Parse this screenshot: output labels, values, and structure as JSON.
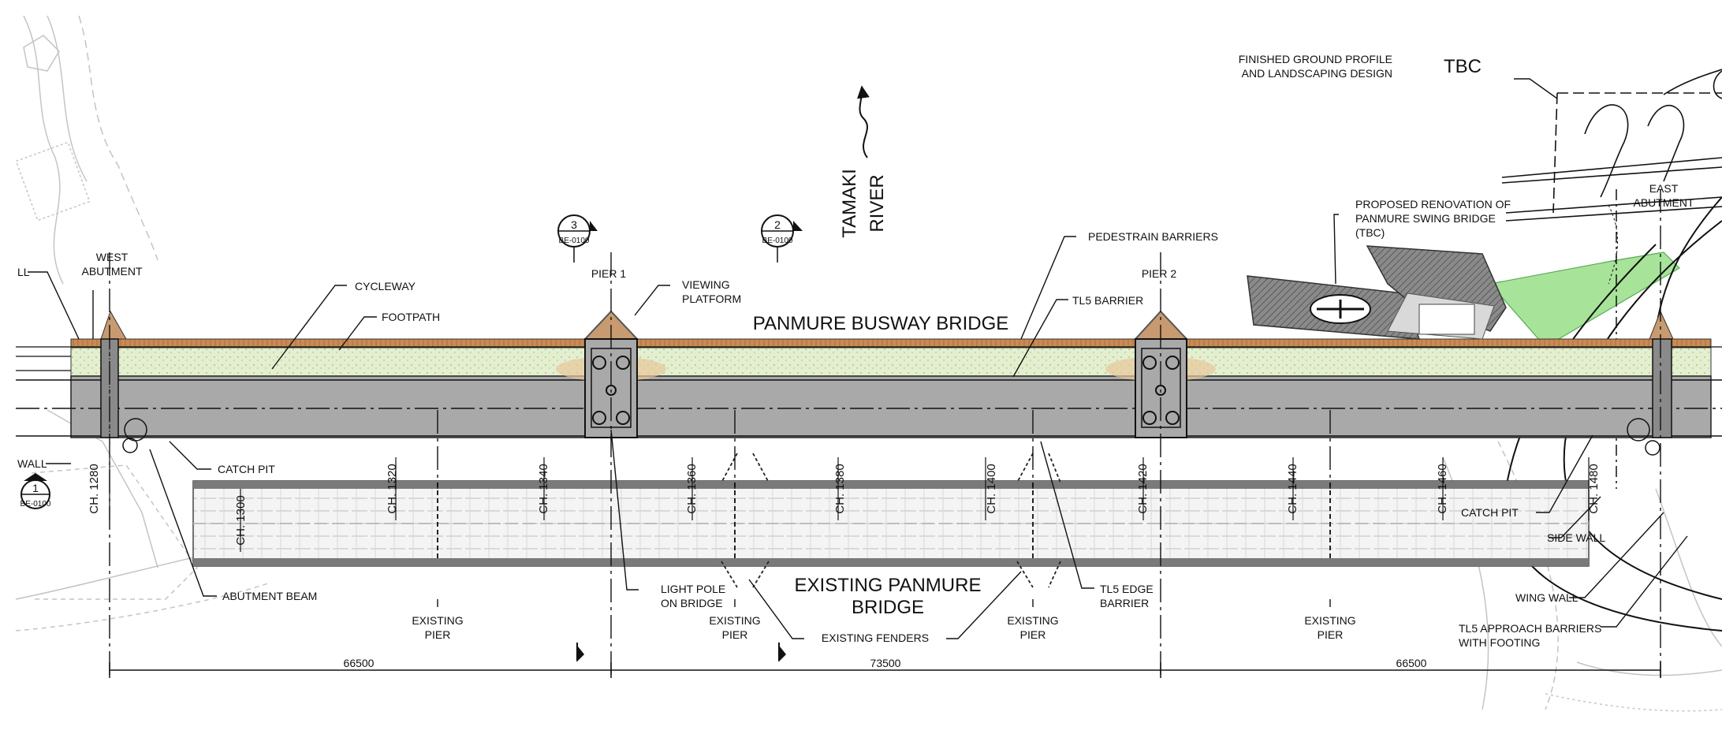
{
  "title": "PANMURE BUSWAY BRIDGE",
  "existing_bridge": {
    "line1": "EXISTING PANMURE",
    "line2": "BRIDGE"
  },
  "river": {
    "line1": "TAMAKI",
    "line2": "RIVER"
  },
  "finished_ground": {
    "line1": "FINISHED GROUND PROFILE",
    "line2": "AND LANDSCAPING DESIGN",
    "tbc": "TBC"
  },
  "proposed_renovation": {
    "line1": "PROPOSED RENOVATION OF",
    "line2": "PANMURE SWING BRIDGE",
    "line3": "(TBC)"
  },
  "supports": {
    "west_abutment": {
      "line1": "WEST",
      "line2": "ABUTMENT"
    },
    "pier1": "PIER 1",
    "pier2": "PIER 2",
    "east_abutment": {
      "line1": "EAST",
      "line2": "ABUTMENT"
    }
  },
  "callouts": {
    "cycleway": "CYCLEWAY",
    "footpath": "FOOTPATH",
    "viewing_platform": {
      "line1": "VIEWING",
      "line2": "PLATFORM"
    },
    "pedestrian_barriers": "PEDESTRAIN BARRIERS",
    "tl5_barrier": "TL5 BARRIER",
    "catch_pit_west": "CATCH PIT",
    "catch_pit_east": "CATCH PIT",
    "abutment_beam": "ABUTMENT BEAM",
    "light_pole": {
      "line1": "LIGHT POLE",
      "line2": "ON BRIDGE"
    },
    "existing_fenders": "EXISTING FENDERS",
    "tl5_edge_barrier": {
      "line1": "TL5 EDGE",
      "line2": "BARRIER"
    },
    "side_wall": "SIDE WALL",
    "wing_wall": "WING WALL",
    "tl5_approach": {
      "line1": "TL5 APPROACH BARRIERS",
      "line2": "WITH FOOTING"
    },
    "wall_fragment": "WALL",
    "wall_fragment_top": "LL"
  },
  "existing_pier_label": {
    "line1": "EXISTING",
    "line2": "PIER"
  },
  "chainages": [
    "CH. 1280",
    "CH. 1300",
    "CH. 1320",
    "CH. 1340",
    "CH. 1360",
    "CH. 1380",
    "CH. 1400",
    "CH. 1420",
    "CH. 1440",
    "CH. 1460",
    "CH. 1480"
  ],
  "dimensions": [
    "66500",
    "73500",
    "66500"
  ],
  "section_markers": [
    {
      "num": "3",
      "ref": "BE-0100"
    },
    {
      "num": "2",
      "ref": "BE-0100"
    },
    {
      "num": "1",
      "ref": "BE-0100"
    }
  ],
  "colors": {
    "deck_grey": "#a9a9a9",
    "footpath_brown": "#c98b55",
    "cycleway_green": "#dfeecb",
    "pier_brown": "#c89a70",
    "landscape_green": "#a8e39a",
    "swing_bridge_grey": "#707070",
    "faded_grey": "#c8c8c8",
    "line": "#111111"
  }
}
